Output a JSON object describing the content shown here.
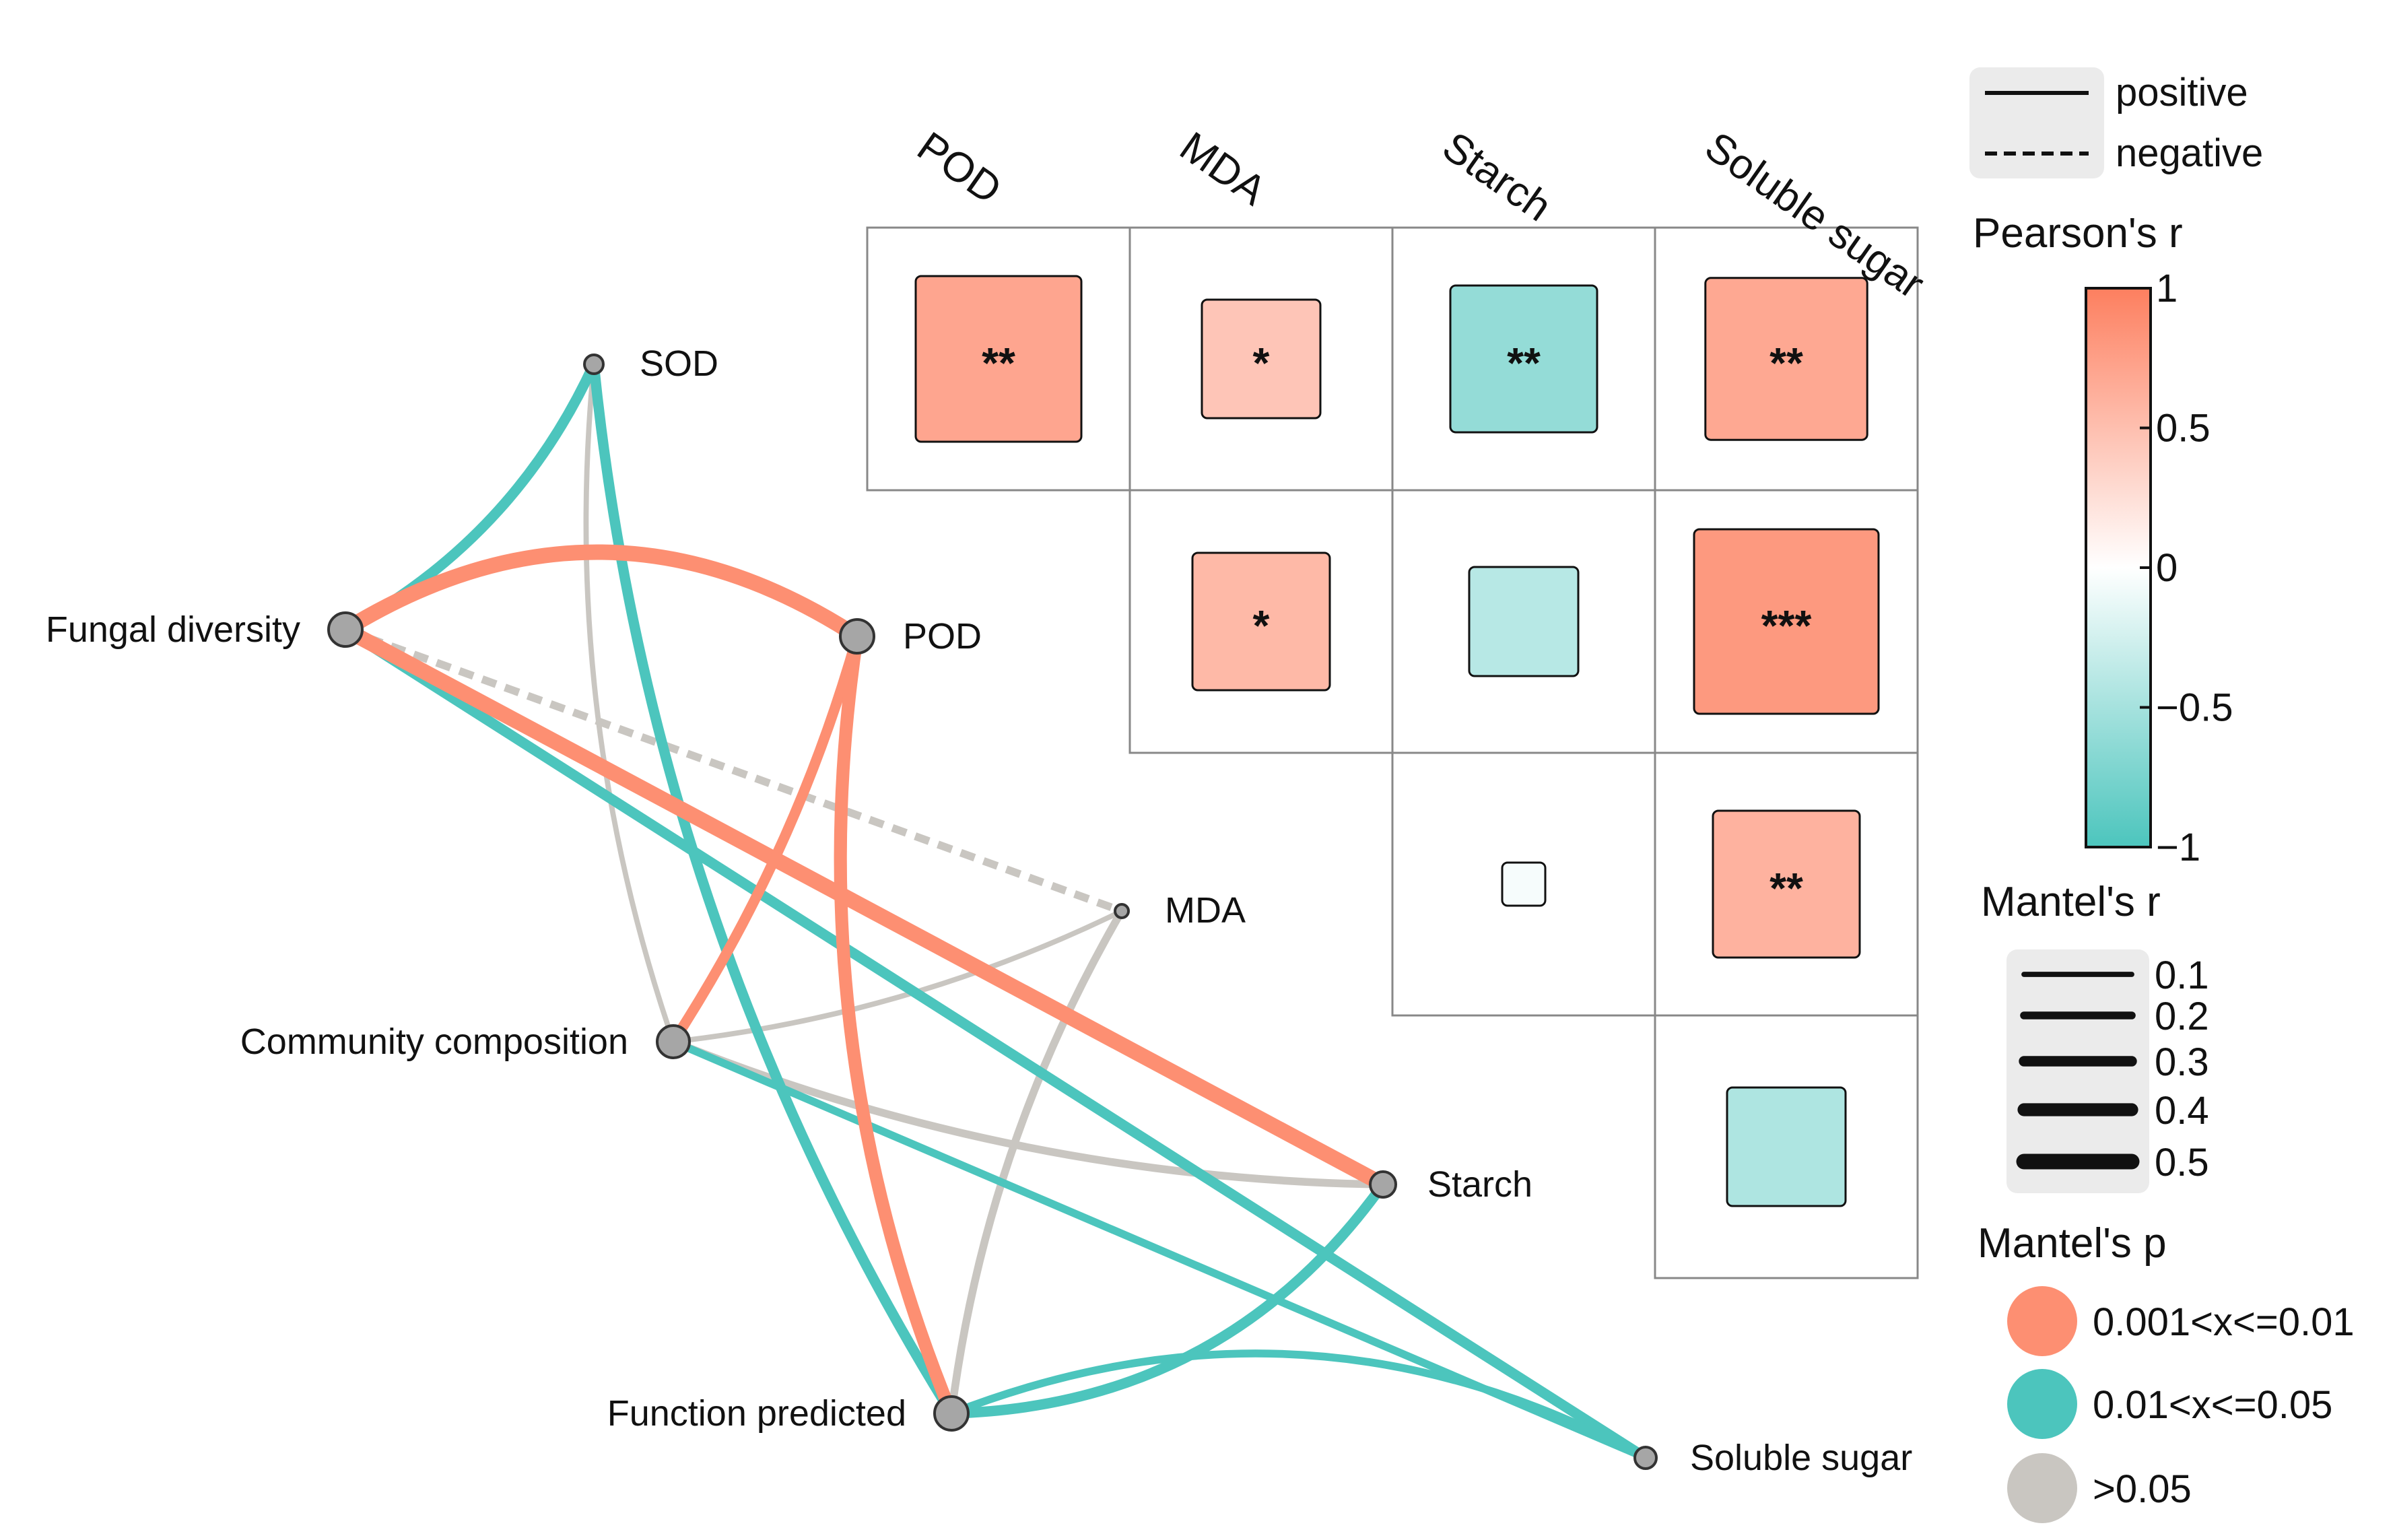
{
  "chart_data": {
    "type": "heatmap",
    "variables": [
      "POD",
      "MDA",
      "Starch",
      "Soluble sugar"
    ],
    "correlation_matrix": [
      {
        "row": "POD",
        "col": "POD",
        "r": 0.7,
        "sig": "**"
      },
      {
        "row": "POD",
        "col": "MDA",
        "r": 0.45,
        "sig": "*"
      },
      {
        "row": "POD",
        "col": "Starch",
        "r": -0.6,
        "sig": "**"
      },
      {
        "row": "POD",
        "col": "Soluble sugar",
        "r": 0.68,
        "sig": "**"
      },
      {
        "row": "MDA",
        "col": "MDA",
        "r": 0.55,
        "sig": "*"
      },
      {
        "row": "MDA",
        "col": "Starch",
        "r": -0.4,
        "sig": ""
      },
      {
        "row": "MDA",
        "col": "Soluble sugar",
        "r": 0.8,
        "sig": "***"
      },
      {
        "row": "Starch",
        "col": "Starch",
        "r": -0.05,
        "sig": ""
      },
      {
        "row": "Starch",
        "col": "Soluble sugar",
        "r": 0.6,
        "sig": "**"
      },
      {
        "row": "Soluble sugar",
        "col": "Soluble sugar",
        "r": -0.45,
        "sig": ""
      }
    ],
    "network_nodes": [
      {
        "label": "SOD"
      },
      {
        "label": "Fungal diversity"
      },
      {
        "label": "POD"
      },
      {
        "label": "MDA"
      },
      {
        "label": "Community composition"
      },
      {
        "label": "Starch"
      },
      {
        "label": "Function predicted"
      },
      {
        "label": "Soluble sugar"
      }
    ],
    "mantel_links": [
      {
        "from": "Fungal diversity",
        "to": "SOD",
        "mantel_r": 0.3,
        "p_class": "0.01<x<=0.05",
        "sign": "positive"
      },
      {
        "from": "Fungal diversity",
        "to": "POD",
        "mantel_r": 0.5,
        "p_class": "0.001<x<=0.01",
        "sign": "positive"
      },
      {
        "from": "Fungal diversity",
        "to": "MDA",
        "mantel_r": 0.2,
        "p_class": ">0.05",
        "sign": "negative"
      },
      {
        "from": "Fungal diversity",
        "to": "Starch",
        "mantel_r": 0.5,
        "p_class": "0.001<x<=0.01",
        "sign": "positive"
      },
      {
        "from": "Fungal diversity",
        "to": "Soluble sugar",
        "mantel_r": 0.3,
        "p_class": "0.01<x<=0.05",
        "sign": "positive"
      },
      {
        "from": "Community composition",
        "to": "SOD",
        "mantel_r": 0.1,
        "p_class": ">0.05",
        "sign": "positive"
      },
      {
        "from": "Community composition",
        "to": "POD",
        "mantel_r": 0.3,
        "p_class": "0.001<x<=0.01",
        "sign": "positive"
      },
      {
        "from": "Community composition",
        "to": "MDA",
        "mantel_r": 0.1,
        "p_class": ">0.05",
        "sign": "positive"
      },
      {
        "from": "Community composition",
        "to": "Starch",
        "mantel_r": 0.2,
        "p_class": ">0.05",
        "sign": "positive"
      },
      {
        "from": "Community composition",
        "to": "Soluble sugar",
        "mantel_r": 0.2,
        "p_class": "0.01<x<=0.05",
        "sign": "positive"
      },
      {
        "from": "Function predicted",
        "to": "SOD",
        "mantel_r": 0.3,
        "p_class": "0.01<x<=0.05",
        "sign": "positive"
      },
      {
        "from": "Function predicted",
        "to": "POD",
        "mantel_r": 0.4,
        "p_class": "0.001<x<=0.01",
        "sign": "positive"
      },
      {
        "from": "Function predicted",
        "to": "MDA",
        "mantel_r": 0.2,
        "p_class": ">0.05",
        "sign": "positive"
      },
      {
        "from": "Function predicted",
        "to": "Starch",
        "mantel_r": 0.3,
        "p_class": "0.01<x<=0.05",
        "sign": "positive"
      },
      {
        "from": "Function predicted",
        "to": "Soluble sugar",
        "mantel_r": 0.2,
        "p_class": "0.01<x<=0.05",
        "sign": "positive"
      }
    ],
    "legend": {
      "line_type": {
        "positive_label": "positive",
        "negative_label": "negative"
      },
      "pearson": {
        "title": "Pearson's r",
        "ticks": [
          "1",
          "0.5",
          "0",
          "−0.5",
          "−1"
        ],
        "range": [
          -1,
          1
        ]
      },
      "mantel_r": {
        "title": "Mantel's r",
        "ticks": [
          "0.1",
          "0.2",
          "0.3",
          "0.4",
          "0.5"
        ]
      },
      "mantel_p": {
        "title": "Mantel's p",
        "items": [
          "0.001<x<=0.01",
          "0.01<x<=0.05",
          ">0.05"
        ]
      }
    },
    "colors": {
      "positive_high": "#fd7f5f",
      "mid": "#ffffff",
      "negative_high": "#4cc5bd",
      "p_001_01": "#fd8f72",
      "p_01_05": "#4cc5bd",
      "p_gt_05": "#c9c6c1",
      "node_fill": "#a6a6a6"
    }
  }
}
